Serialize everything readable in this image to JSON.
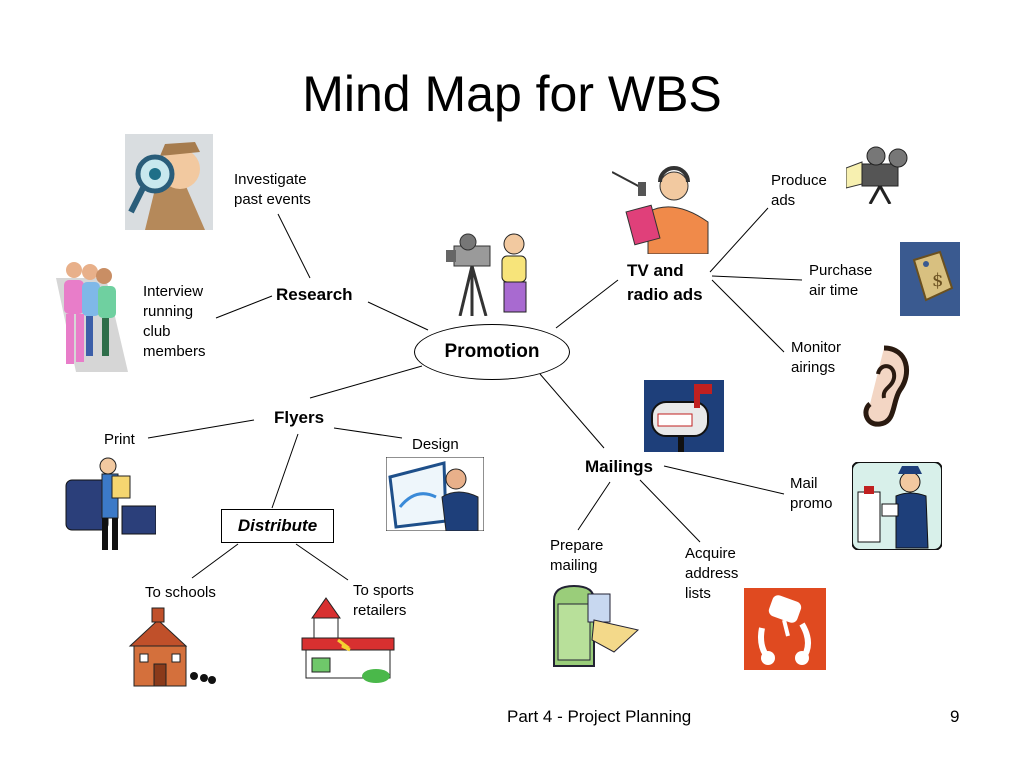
{
  "slide": {
    "title": "Mind Map for WBS",
    "footer_text": "Part 4 - Project Planning",
    "page_number": "9"
  },
  "nodes": {
    "center": "Promotion",
    "research": "Research",
    "tv_radio": "TV and\nradio ads",
    "flyers": "Flyers",
    "mailings": "Mailings",
    "distribute": "Distribute"
  },
  "leaves": {
    "investigate": "Investigate\npast events",
    "interview": "Interview\nrunning\nclub\nmembers",
    "produce_ads": "Produce\nads",
    "purchase_air": "Purchase\nair time",
    "monitor": "Monitor\nairings",
    "print": "Print",
    "design": "Design",
    "to_schools": "To schools",
    "to_sports": "To sports\nretailers",
    "mail_promo": "Mail\npromo",
    "prepare_mailing": "Prepare\nmailing",
    "acquire": "Acquire\naddress\nlists"
  },
  "clipart": [
    "magnifier-detective-icon",
    "runners-icon",
    "camera-operator-icon",
    "radio-dj-icon",
    "film-camera-icon",
    "price-tag-icon",
    "ear-icon",
    "printer-worker-icon",
    "designer-icon",
    "school-house-icon",
    "store-icon",
    "mailbox-icon",
    "mail-carrier-icon",
    "mail-bin-icon",
    "phone-icon"
  ]
}
